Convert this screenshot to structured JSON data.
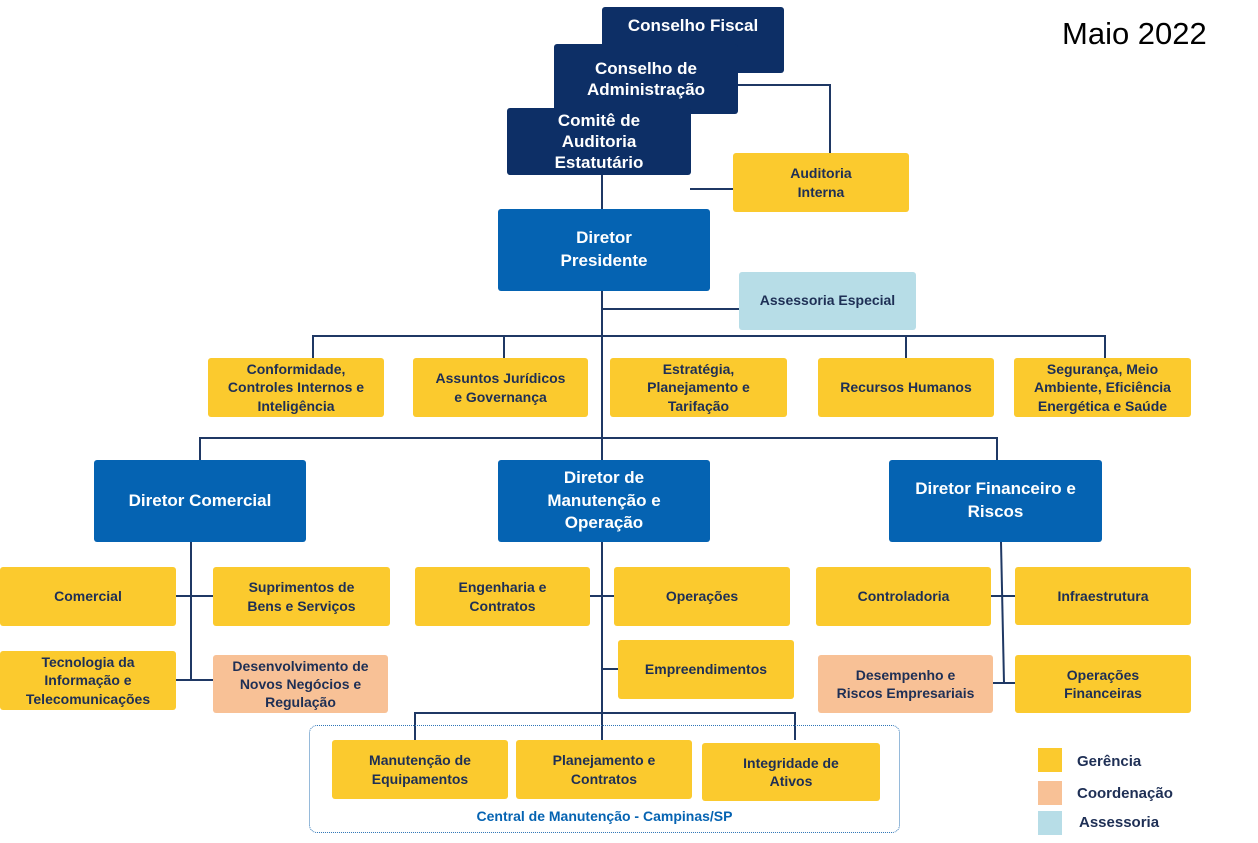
{
  "date": "Maio 2022",
  "colors": {
    "navy": "#0d2f66",
    "blue": "#0563b2",
    "gerencia": "#fbca2e",
    "coordenacao": "#f8c196",
    "assessoria": "#b7dde7",
    "line": "#1f3864"
  },
  "board": {
    "conselho_fiscal": "Conselho Fiscal",
    "conselho_administracao": "Conselho de\nAdministração",
    "comite_auditoria": "Comitê de\nAuditoria\nEstatutário",
    "auditoria_interna": "Auditoria\nInterna"
  },
  "presidente": {
    "title": "Diretor\nPresidente",
    "assessoria": "Assessoria Especial",
    "units": [
      "Conformidade,\nControles Internos e\nInteligência",
      "Assuntos Jurídicos\ne Governança",
      "Estratégia,\nPlanejamento e\nTarifação",
      "Recursos Humanos",
      "Segurança, Meio\nAmbiente, Eficiência\nEnergética e Saúde"
    ]
  },
  "comercial": {
    "title": "Diretor Comercial",
    "units": [
      "Comercial",
      "Suprimentos de\nBens e Serviços",
      "Tecnologia da\nInformação e\nTelecomunicações",
      "Desenvolvimento de\nNovos Negócios e\nRegulação"
    ]
  },
  "manutencao": {
    "title": "Diretor de\nManutenção e\nOperação",
    "units": [
      "Engenharia e\nContratos",
      "Operações",
      "Empreendimentos"
    ],
    "central": {
      "label": "Central de Manutenção - Campinas/SP",
      "units": [
        "Manutenção de\nEquipamentos",
        "Planejamento e\nContratos",
        "Integridade de\nAtivos"
      ]
    }
  },
  "financeiro": {
    "title": "Diretor Financeiro e\nRiscos",
    "units": [
      "Controladoria",
      "Infraestrutura",
      "Desempenho e\nRiscos Empresariais",
      "Operações\nFinanceiras"
    ]
  },
  "legend": {
    "gerencia": "Gerência",
    "coordenacao": "Coordenação",
    "assessoria": "Assessoria"
  }
}
